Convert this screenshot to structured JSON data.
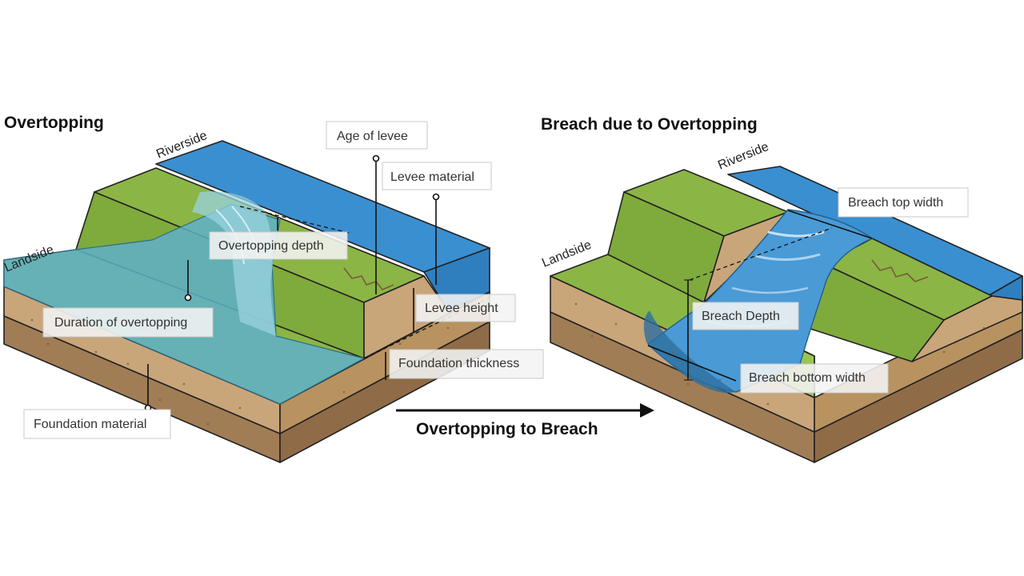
{
  "left_panel": {
    "title": "Overtopping",
    "riverside_label": "Riverside",
    "landside_label": "Landside",
    "labels": {
      "age_of_levee": "Age of levee",
      "levee_material": "Levee material",
      "overtopping_depth": "Overtopping depth",
      "levee_height": "Levee height",
      "duration_of_overtopping": "Duration of overtopping",
      "foundation_thickness": "Foundation thickness",
      "foundation_material": "Foundation material"
    }
  },
  "right_panel": {
    "title": "Breach due to Overtopping",
    "riverside_label": "Riverside",
    "landside_label": "Landside",
    "labels": {
      "breach_top_width": "Breach top width",
      "breach_depth": "Breach Depth",
      "breach_bottom_width": "Breach bottom width"
    }
  },
  "transition": {
    "label": "Overtopping to Breach"
  },
  "colors": {
    "river": "#3a8fd0",
    "river_dark": "#2a6ea8",
    "grass": "#8bb545",
    "grass_light": "#9cc452",
    "soil_top": "#c9a57a",
    "soil_bottom": "#a17d55",
    "flood_water": "#5fb0c9"
  }
}
